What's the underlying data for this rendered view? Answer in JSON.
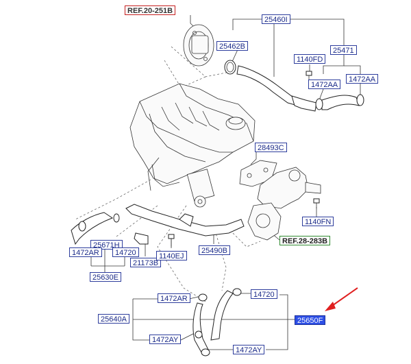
{
  "colors": {
    "label_border": "#2c3c9c",
    "label_text": "#1a2a88",
    "ref_red": "#c41e1e",
    "ref_green": "#2f8a2f",
    "highlight_fill": "#2d4fe6",
    "arrow": "#e02020"
  },
  "labels": {
    "ref_20_251b": "REF.20-251B",
    "p25460i": "25460I",
    "p25462b": "25462B",
    "p1140fd": "1140FD",
    "p25471": "25471",
    "p1472aa_1": "1472AA",
    "p1472aa_2": "1472AA",
    "p28493c": "28493C",
    "p1140fn": "1140FN",
    "ref_28_283b": "REF.28-283B",
    "p25671h": "25671H",
    "p1472ar_1": "1472AR",
    "p14720_1": "14720",
    "p21173b": "21173B",
    "p1140ej": "1140EJ",
    "p25490b": "25490B",
    "p25630e": "25630E",
    "p1472ar_2": "1472AR",
    "p14720_2": "14720",
    "p25640a": "25640A",
    "p25650f": "25650F",
    "p1472ay_1": "1472AY",
    "p1472ay_2": "1472AY"
  },
  "icons": [
    "engine-block-icon",
    "water-pump-icon",
    "thermostat-housing-icon",
    "hose-icon",
    "clamp-icon",
    "bolt-icon",
    "arrow-icon"
  ]
}
